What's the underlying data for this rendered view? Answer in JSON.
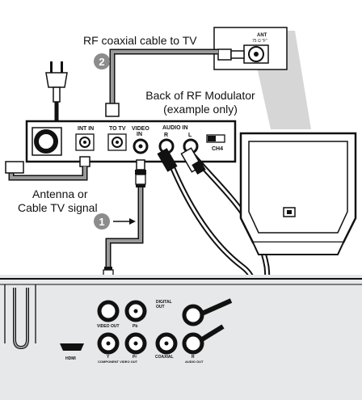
{
  "labels": {
    "rf_cable": "RF coaxial cable to TV",
    "back_modulator_line1": "Back of RF Modulator",
    "back_modulator_line2": "(example only)",
    "antenna_line1": "Antenna or",
    "antenna_line2": "Cable TV signal"
  },
  "steps": {
    "step1": "1",
    "step2": "2"
  },
  "modulator_jacks": {
    "int_in": "INT IN",
    "to_tv": "TO TV",
    "video_in_1": "VIDEO",
    "video_in_2": "IN",
    "audio_in": "AUDIO  IN",
    "audio_r": "R",
    "audio_l": "L",
    "ch": "CH4"
  },
  "tv_jack": {
    "ant": "ANT",
    "ohm": "75 Ω \"F\""
  },
  "player_jacks": {
    "hdmi": "HDMI",
    "video_out": "VIDEO OUT",
    "pb": "Pb",
    "y": "Y",
    "pr": "Pr",
    "component": "COMPONENT VIDEO OUT",
    "digital_1": "DIGITAL",
    "digital_2": "OUT",
    "coaxial": "COAXIAL",
    "r": "R",
    "audio_out": "AUDIO OUT"
  },
  "colors": {
    "background": "#e7e8e9",
    "panel": "#ffffff",
    "cable_grey": "#9a9a9a",
    "beam_grey": "#c8c8c8",
    "step_badge": "#8c8c8c"
  }
}
